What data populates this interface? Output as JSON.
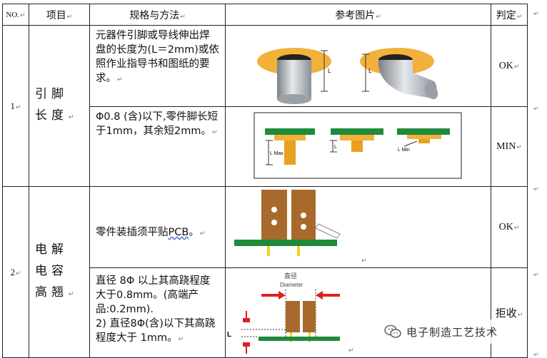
{
  "header": {
    "no": "NO.",
    "item": "项目",
    "spec": "规格与方法",
    "ref_image": "参考图片",
    "judge": "判定",
    "return_mark": "↵"
  },
  "rows": [
    {
      "no": "1",
      "item": "引脚长度",
      "subrows": [
        {
          "spec": "元器件引脚或导线伸出焊盘的长度为(L＝2mm)或依照作业指导书和图纸的要求。",
          "result": "OK",
          "image_labels": [
            "L",
            "L"
          ]
        },
        {
          "spec": "Φ0.8 (含)以下,零件脚长短于1mm，其余短2mm。",
          "result": "MIN",
          "image_labels": [
            "L Max",
            "L",
            "L Min"
          ]
        }
      ]
    },
    {
      "no": "2",
      "item": "电解电容高翘",
      "subrows": [
        {
          "spec_prefix": "零件装插须平贴",
          "spec_underlined": "PCB",
          "spec_suffix": "。",
          "result": "OK"
        },
        {
          "spec_line1": "直径 8Φ 以上其高跷程度大于0.8mm。(高端产品:0.2mm).",
          "spec_line2": "2) 直径8Φ(含)以下其高跷程度大于  1mm。",
          "result": "拒收",
          "image_labels": [
            "直径",
            "Diameter",
            "L"
          ]
        }
      ]
    }
  ],
  "watermark": {
    "text": "电子制造工艺技术",
    "icon": "wechat-icon"
  },
  "colors": {
    "pad_orange": "#f2b13a",
    "pcb_green": "#1e8a3a",
    "cap_brown": "#a86a2c",
    "pin_gold": "#e8a020",
    "arrow_red": "#e02020"
  }
}
